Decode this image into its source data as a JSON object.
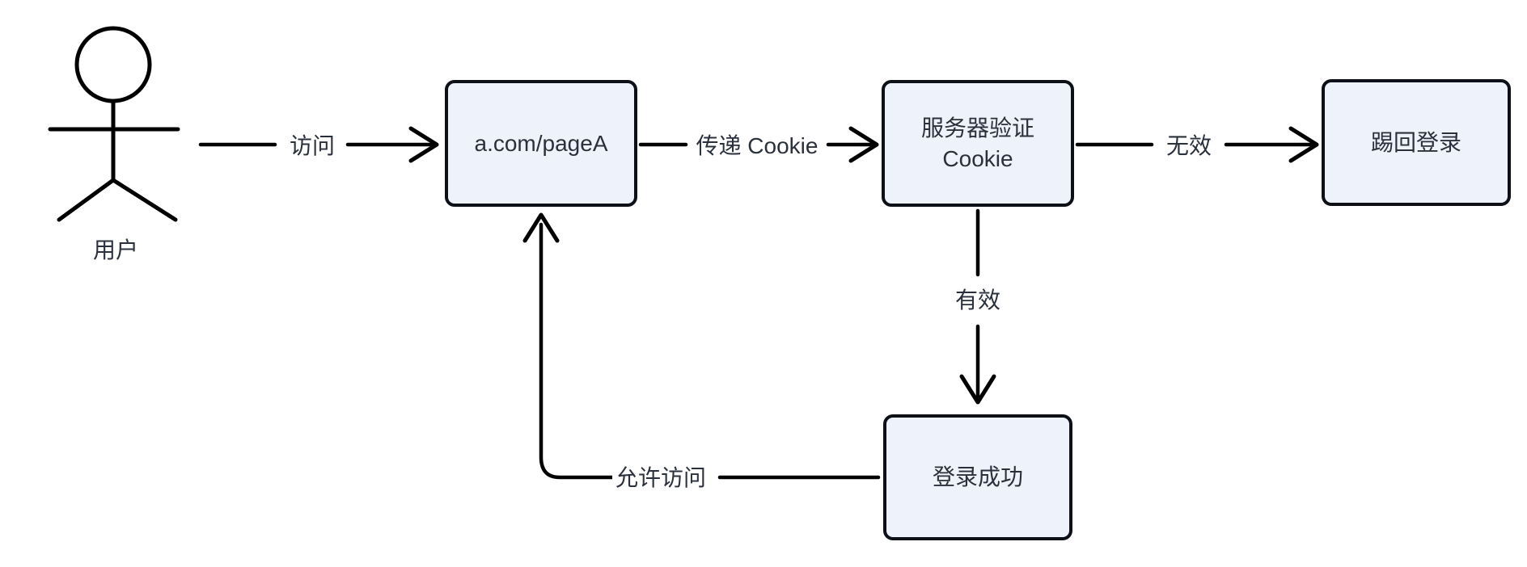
{
  "diagram": {
    "title_hint": "cookie-auth-flowchart",
    "colors": {
      "background": "#ffffff",
      "node_fill": "#edf2fb",
      "node_border": "#0d1117",
      "line": "#000000",
      "text": "#2b313c"
    },
    "actor": {
      "label": "用户"
    },
    "nodes": [
      {
        "id": "pagea",
        "label": "a.com/pageA"
      },
      {
        "id": "verify",
        "label": "服务器验证\nCookie"
      },
      {
        "id": "kick",
        "label": "踢回登录"
      },
      {
        "id": "success",
        "label": "登录成功"
      }
    ],
    "edges": [
      {
        "id": "visit",
        "from": "用户",
        "to": "a.com/pageA",
        "label": "访问"
      },
      {
        "id": "pass",
        "from": "a.com/pageA",
        "to": "服务器验证 Cookie",
        "label": "传递 Cookie"
      },
      {
        "id": "invalid",
        "from": "服务器验证 Cookie",
        "to": "踢回登录",
        "label": "无效"
      },
      {
        "id": "valid",
        "from": "服务器验证 Cookie",
        "to": "登录成功",
        "label": "有效"
      },
      {
        "id": "allow",
        "from": "登录成功",
        "to": "a.com/pageA",
        "label": "允许访问"
      }
    ]
  }
}
